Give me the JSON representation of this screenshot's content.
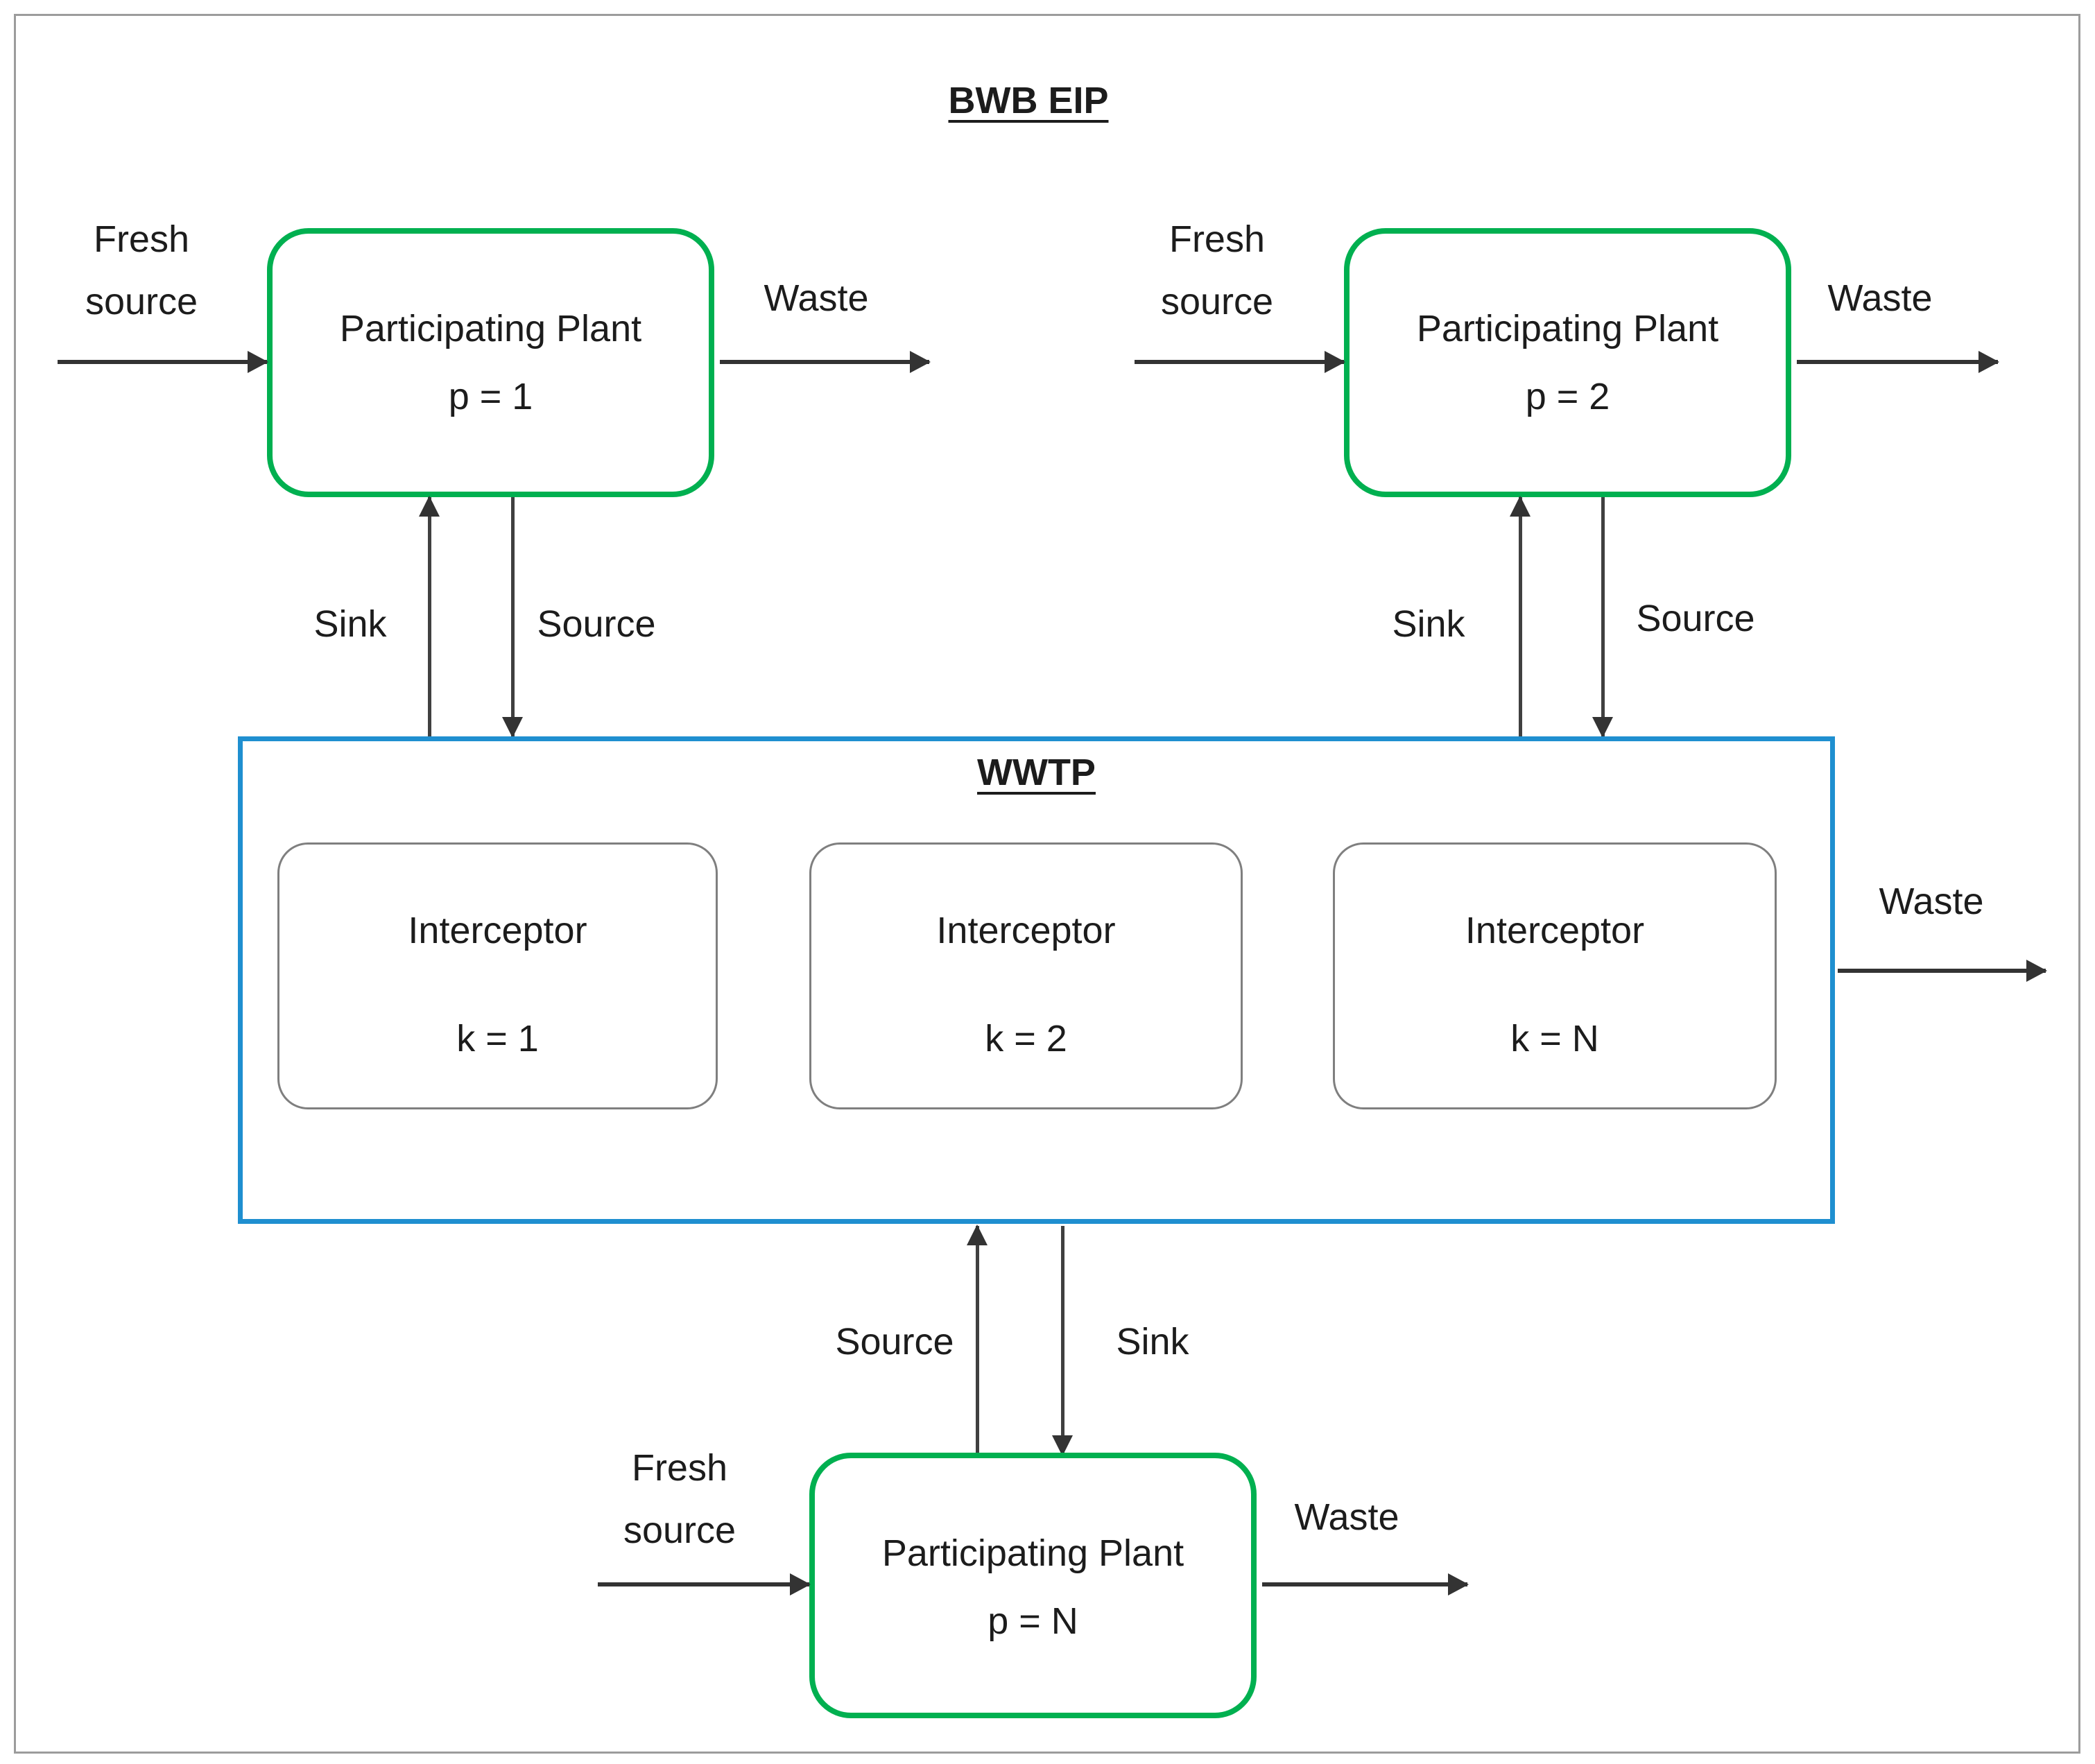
{
  "figure": {
    "title": "BWB EIP",
    "colors": {
      "plant_border": "#00b050",
      "wwtp_border": "#1f8fd0",
      "interceptor_border": "#7f7f7f",
      "frame_border": "#9c9c9c",
      "arrow": "#333333",
      "text": "#1c1c1c"
    },
    "plants": [
      {
        "name": "Participating Plant",
        "index_label": "p = 1",
        "fresh_line1": "Fresh",
        "fresh_line2": "source",
        "waste_label": "Waste",
        "sink_label": "Sink",
        "source_label": "Source"
      },
      {
        "name": "Participating Plant",
        "index_label": "p = 2",
        "fresh_line1": "Fresh",
        "fresh_line2": "source",
        "waste_label": "Waste",
        "sink_label": "Sink",
        "source_label": "Source"
      },
      {
        "name": "Participating Plant",
        "index_label": "p = N",
        "fresh_line1": "Fresh",
        "fresh_line2": "source",
        "waste_label": "Waste",
        "sink_label": "Sink",
        "source_label": "Source"
      }
    ],
    "wwtp": {
      "title": "WWTP",
      "waste_label": "Waste",
      "interceptors": [
        {
          "name": "Interceptor",
          "index_label": "k = 1"
        },
        {
          "name": "Interceptor",
          "index_label": "k = 2"
        },
        {
          "name": "Interceptor",
          "index_label": "k = N"
        }
      ]
    }
  }
}
